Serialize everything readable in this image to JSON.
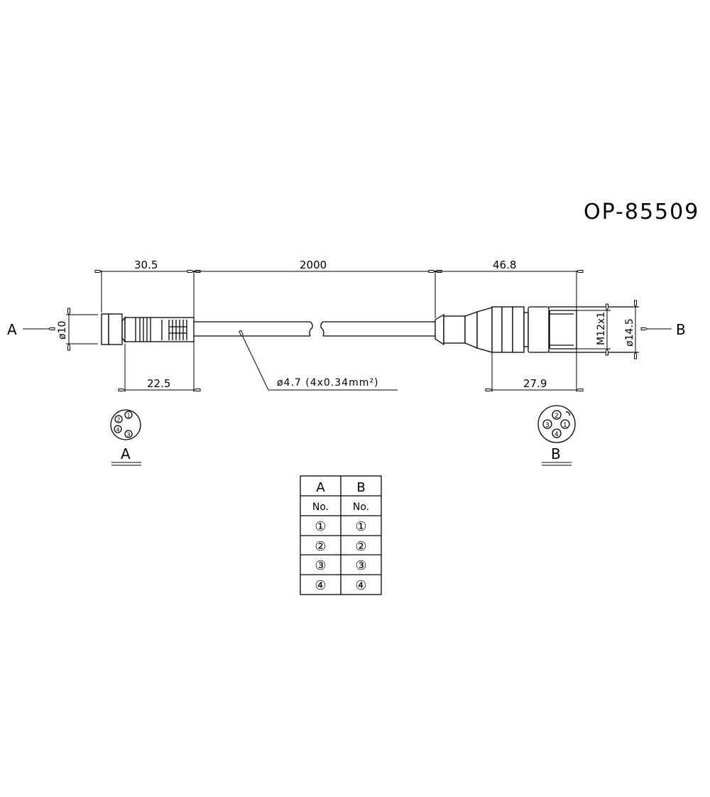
{
  "title": {
    "part_number": "OP-85509"
  },
  "dimensions": {
    "connector_a_length": "30.5",
    "cable_length": "2000",
    "connector_b_length": "46.8",
    "connector_a_grip_length": "22.5",
    "connector_b_grip_length": "27.9",
    "connector_a_diameter": "ø10",
    "connector_b_thread": "M12x1",
    "connector_b_diameter": "ø14.5",
    "cable_spec": "ø4.7 (4x0.34mm²)"
  },
  "view_labels": {
    "end_a": "A",
    "end_b": "B"
  },
  "pin_faces": {
    "a": {
      "label": "A",
      "pins": [
        "1",
        "2",
        "3",
        "4"
      ]
    },
    "b": {
      "label": "B",
      "pins": [
        "1",
        "2",
        "3",
        "4"
      ]
    }
  },
  "wiring_table": {
    "headers": [
      "A",
      "B"
    ],
    "subheaders": [
      "No.",
      "No."
    ],
    "rows": [
      [
        "①",
        "①"
      ],
      [
        "②",
        "②"
      ],
      [
        "③",
        "③"
      ],
      [
        "④",
        "④"
      ]
    ]
  }
}
